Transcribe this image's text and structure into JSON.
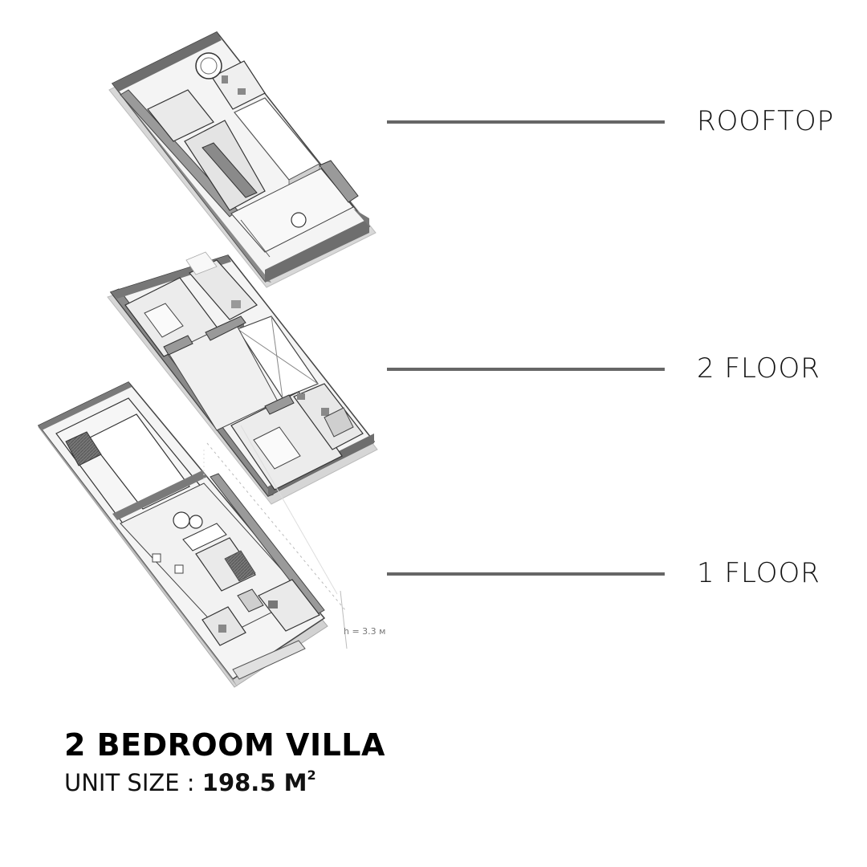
{
  "levels": [
    {
      "label": "ROOFTOP"
    },
    {
      "label": "2 FLOOR"
    },
    {
      "label": "1 FLOOR"
    }
  ],
  "height_annotation": "h = 3.3 м",
  "title": "2 BEDROOM VILLA",
  "unit_size": {
    "label": "UNIT SIZE : ",
    "value": "198.5 M",
    "superscript": "2"
  }
}
